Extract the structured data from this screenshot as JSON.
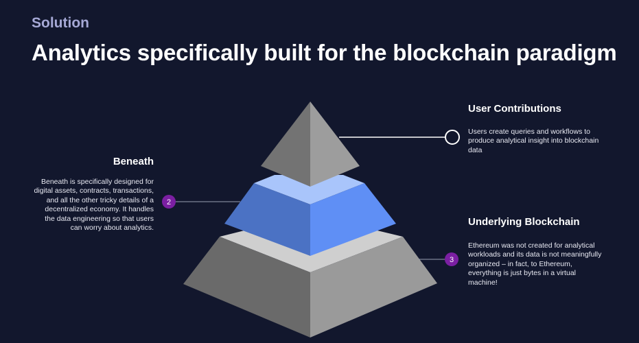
{
  "header": {
    "eyebrow": "Solution",
    "title": "Analytics specifically built for the blockchain paradigm"
  },
  "layers": [
    {
      "id": "user-contributions",
      "title": "User Contributions",
      "description": "Users create queries and workflows to produce analytical insight into blockchain data",
      "marker": ""
    },
    {
      "id": "beneath",
      "title": "Beneath",
      "description": "Beneath is specifically designed for digital assets, contracts, transactions, and all the other tricky details of a decentralized economy. It handles the data engineering so that users can worry about analytics.",
      "marker": "2"
    },
    {
      "id": "underlying-blockchain",
      "title": "Underlying Blockchain",
      "description": "Ethereum was not created for analytical workloads and its data is not meaningfully organized – in fact, to Ethereum, everything is just bytes in a virtual machine!",
      "marker": "3"
    }
  ],
  "colors": {
    "background": "#12172d",
    "accent_marker": "#7b1fa2",
    "middle_layer": "#5b8cf0",
    "gray_layer": "#8e8e8e"
  }
}
